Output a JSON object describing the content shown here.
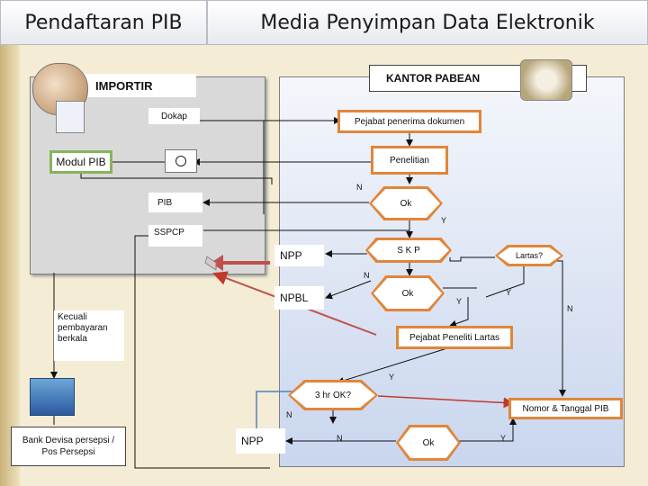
{
  "header": {
    "left_title": "Pendaftaran PIB",
    "right_title": "Media Penyimpan Data Elektronik"
  },
  "importir": {
    "label": "IMPORTIR",
    "dokap": "Dokap",
    "modul_pib": "Modul PIB",
    "pib": "PIB",
    "sspcp": "SSPCP"
  },
  "kantor": {
    "label": "KANTOR PABEAN"
  },
  "flow": {
    "pejabat_penerima": "Pejabat penerima dokumen",
    "penelitian": "Penelitian",
    "n1": "N",
    "ok1": "Ok",
    "y1": "Y",
    "skp": "S K P",
    "npp1": "NPP",
    "lartas": "Lartas?",
    "n2": "N",
    "ok2": "Ok",
    "y2": "Y",
    "y3": "Y",
    "npbl": "NPBL",
    "n3": "N",
    "kecuali": [
      "Kecuali",
      "pembayaran",
      "berkala"
    ],
    "pejabat_peneliti": "Pejabat Peneliti Lartas",
    "y4": "Y",
    "three_hr": "3 hr OK?",
    "n4": "N",
    "nomor_tanggal": "Nomor & Tanggal PIB",
    "bank": [
      "Bank Devisa persepsi /",
      "Pos Persepsi"
    ],
    "npp2": "NPP",
    "n5": "N",
    "ok3": "Ok",
    "y5": "Y"
  },
  "colors": {
    "orange": "#e0863a",
    "green": "#86b45a",
    "red_arrow": "#c0504d",
    "line": "#111111",
    "blue_line": "#4f81bd",
    "panel": "#d9d9d9"
  }
}
